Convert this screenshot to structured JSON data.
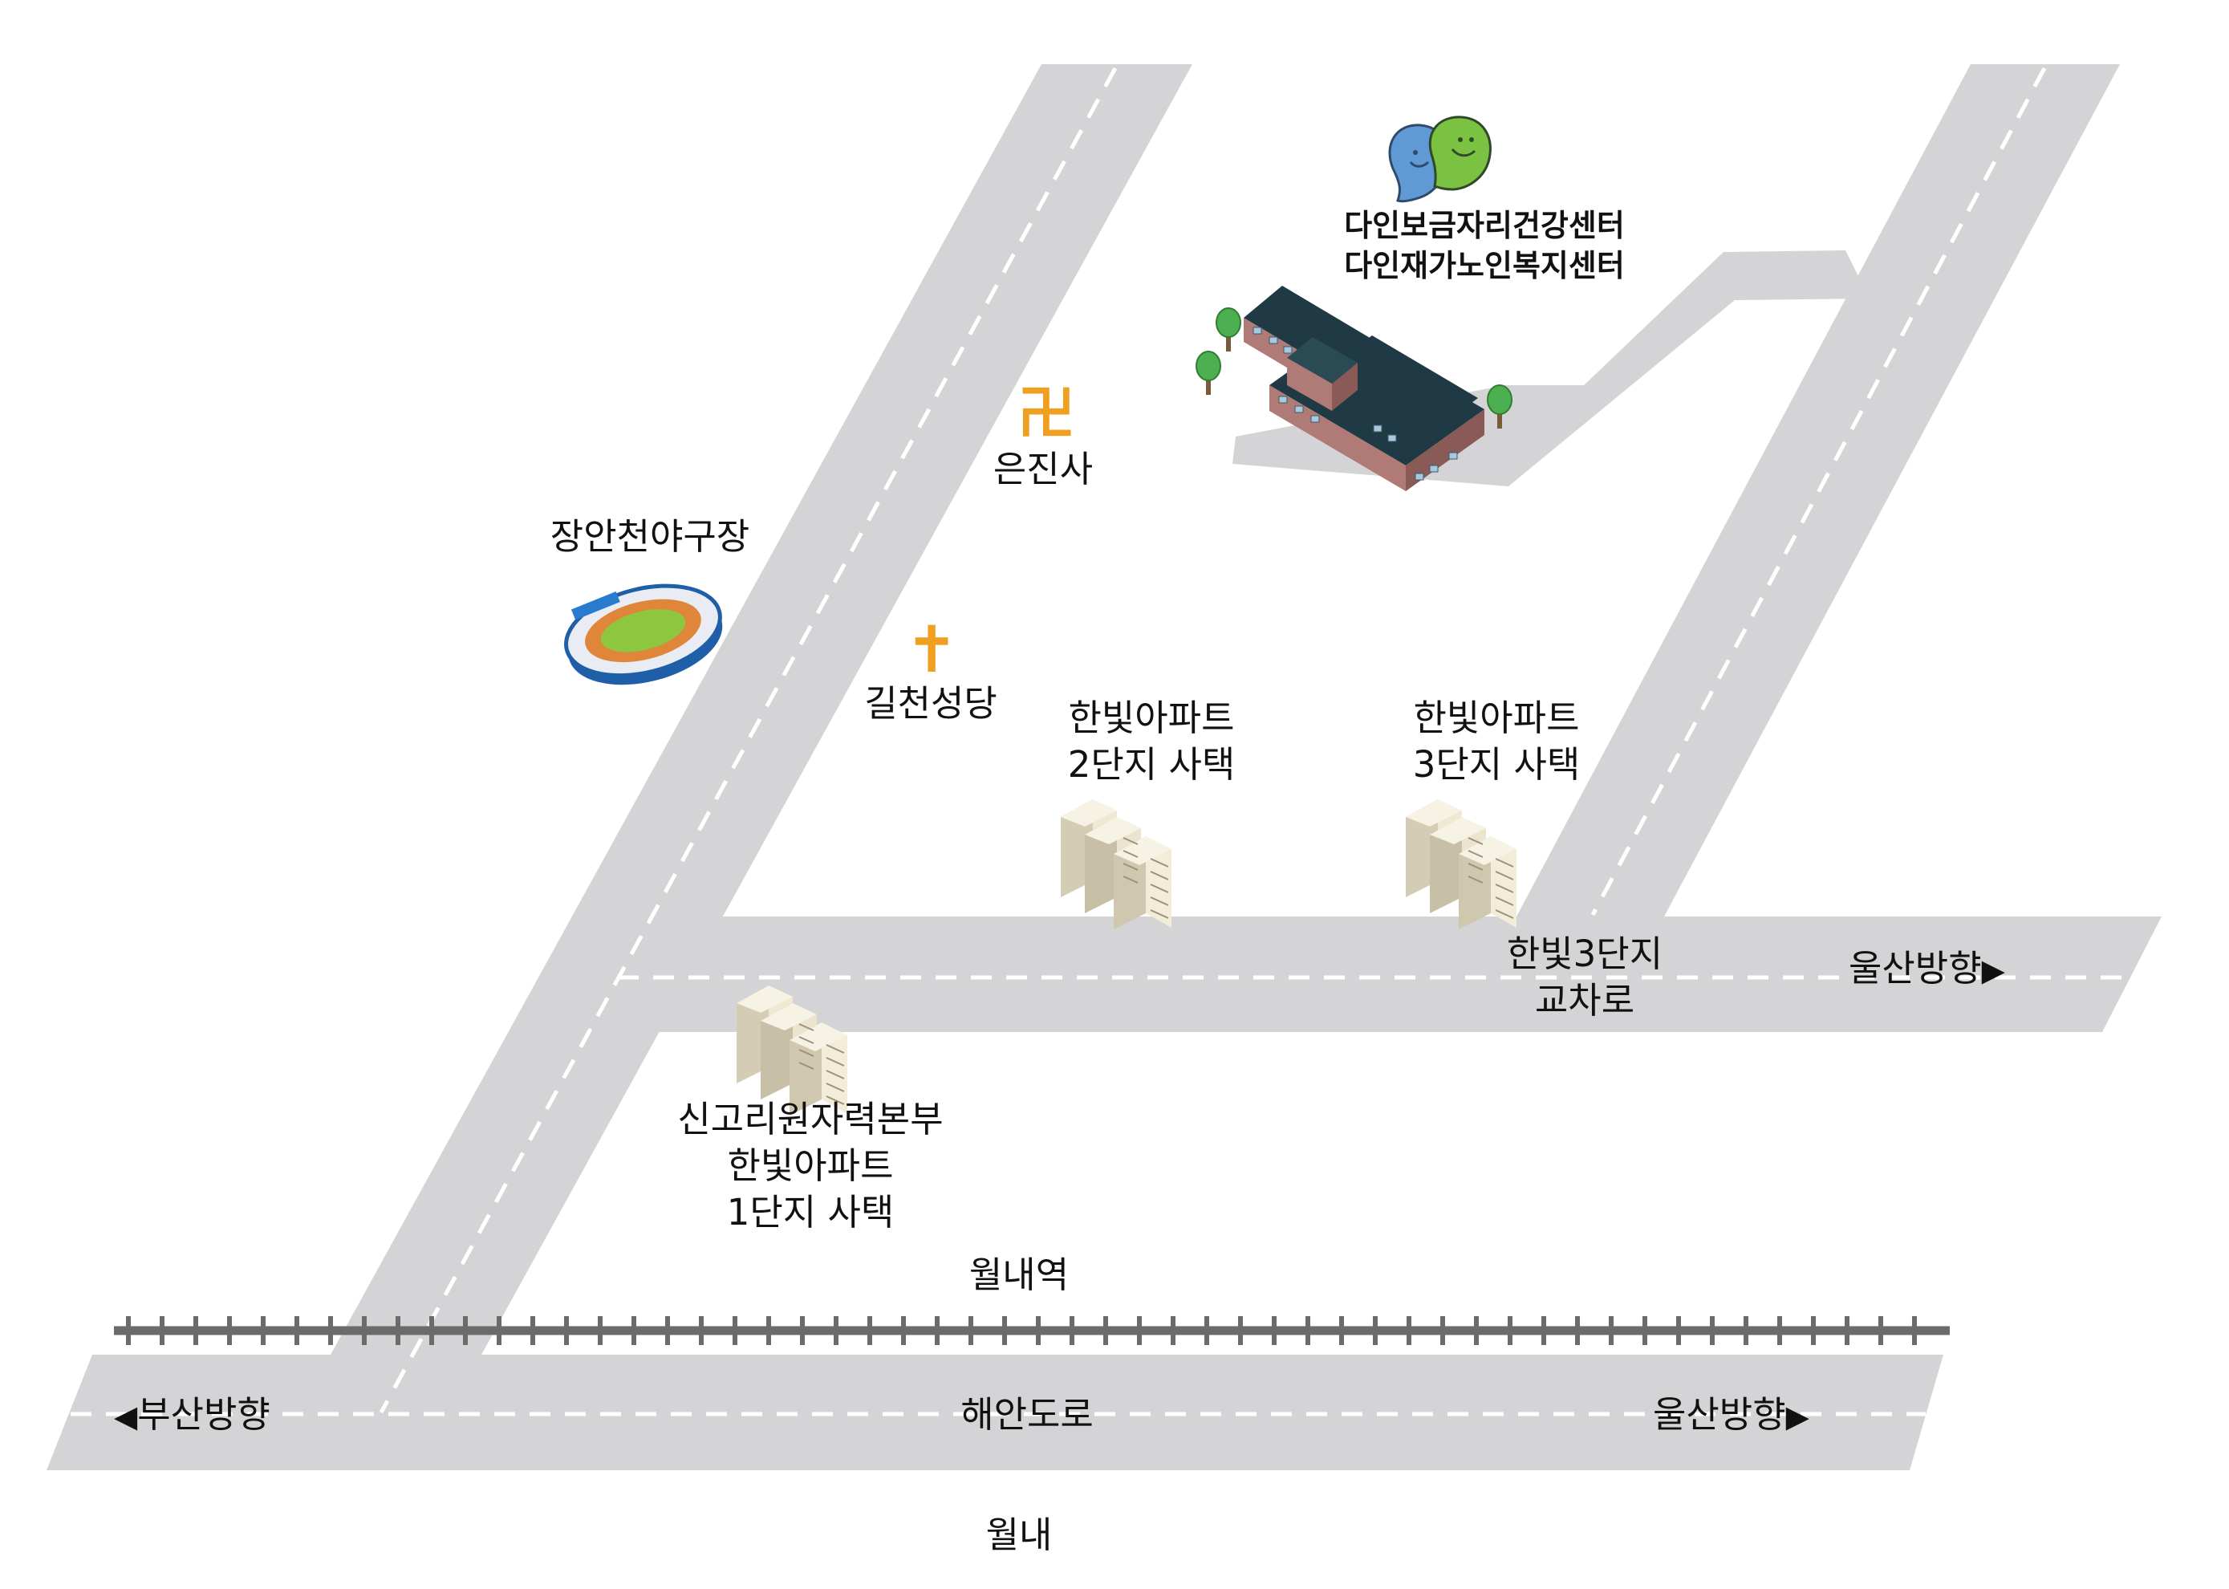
{
  "roads": {
    "railway_station": "월내역",
    "coastal_road": "해안도로",
    "busan_direction": "부산방향",
    "ulsan_direction_bottom": "울산방향",
    "ulsan_direction_middle": "울산방향",
    "district": "월내",
    "intersection_line1": "한빛3단지",
    "intersection_line2": "교차로",
    "arrow_left_glyph": "◀",
    "arrow_right_glyph": "▶"
  },
  "landmarks": {
    "center_line1": "다인보금자리건강센터",
    "center_line2": "다인재가노인복지센터",
    "temple": "은진사",
    "temple_symbol": "卍",
    "stadium": "장안천야구장",
    "church": "길천성당",
    "church_symbol": "✝",
    "apt2_line1": "한빛아파트",
    "apt2_line2": "2단지  사택",
    "apt3_line1": "한빛아파트",
    "apt3_line2": "3단지  사택",
    "apt1_line1": "신고리원자력본부",
    "apt1_line2": "한빛아파트",
    "apt1_line3": "1단지  사택"
  },
  "colors": {
    "road": "#d4d4d6",
    "road_dash": "#ffffff",
    "rail": "#6b6b6b",
    "symbol_orange": "#f0a020",
    "roof": "#1f3a44",
    "wall": "#b07a76",
    "tree": "#4caf50",
    "logo_blue": "#5f9ad6",
    "logo_green": "#7cc242",
    "building": "#e4dcc6"
  },
  "icons": [
    "temple-symbol-icon",
    "church-cross-icon",
    "stadium-icon",
    "center-logo-icon",
    "center-building-icon",
    "apartment-icon",
    "tree-icon",
    "railway-icon"
  ]
}
